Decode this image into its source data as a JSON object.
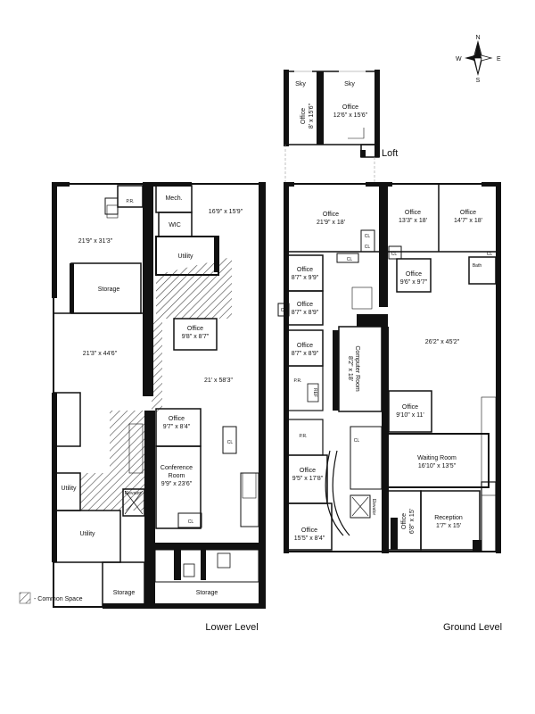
{
  "compass": {
    "n": "N",
    "s": "S",
    "e": "E",
    "w": "W"
  },
  "legend": {
    "label": "- Common Space"
  },
  "loft": {
    "title": "Loft",
    "sky_left": "Sky",
    "sky_right": "Sky",
    "office_left": {
      "name": "Office",
      "dim": "8' x 15'6\""
    },
    "office_right": {
      "name": "Office",
      "dim": "12'6\" x 15'6\""
    }
  },
  "lower": {
    "title": "Lower Level",
    "pr": "P.R.",
    "mech": "Mech.",
    "wic": "WIC",
    "room_top_right": "16'9\" x 15'9\"",
    "room_top_left": "21'9\" x 31'3\"",
    "utility_top": "Utility",
    "storage_upper": "Storage",
    "office_a": {
      "name": "Office",
      "dim": "9'8\" x 8'7\""
    },
    "room_big_left": "21'3\" x 44'6\"",
    "room_big_right": "21' x 58'3\"",
    "office_b": {
      "name": "Office",
      "dim": "9'7\" x 8'4\""
    },
    "conference": {
      "name1": "Conference",
      "name2": "Room",
      "dim": "9'9\" x 23'6\""
    },
    "cl1": "CL",
    "cl2": "CL",
    "elevator": "Elevator",
    "utility_left": "Utility",
    "utility_bottom": "Utility",
    "storage_bl": "Storage",
    "storage_br": "Storage"
  },
  "ground": {
    "title": "Ground Level",
    "office_1": {
      "name": "Office",
      "dim": "21'9\" x 18'"
    },
    "office_2": {
      "name": "Office",
      "dim": "13'3\" x 18'"
    },
    "office_3": {
      "name": "Office",
      "dim": "14'7\" x 18'"
    },
    "office_4": {
      "name": "Office",
      "dim": "8'7\" x 9'9\""
    },
    "office_5": {
      "name": "Office",
      "dim": "9'6\" x 9'7\""
    },
    "office_6": {
      "name": "Office",
      "dim": "8'7\" x 8'9\""
    },
    "office_7": {
      "name": "Office",
      "dim": "8'7\" x 8'9\""
    },
    "computer_room": {
      "name": "Computer Room",
      "dim": "8'2\" x 18'"
    },
    "open_area": "26'2\" x 45'2\"",
    "office_8": {
      "name": "Office",
      "dim": "9'10\" x 11'"
    },
    "waiting": {
      "name": "Waiting Room",
      "dim": "16'10\" x 13'5\""
    },
    "office_9": {
      "name": "Office",
      "dim": "9'5\" x 17'8\""
    },
    "office_10": {
      "name": "Office",
      "dim": "15'5\" x 8'4\""
    },
    "office_11": {
      "name": "Office",
      "dim": "6'8\" x 15'"
    },
    "reception": {
      "name": "Reception",
      "dim": "1'7\" x 15'"
    },
    "bath": "Bath",
    "pr1": "P.R.",
    "pr2": "P.R.",
    "ref": "REF",
    "elevator": "Elevator",
    "cl_a": "CL",
    "cl_b": "CL",
    "cl_c": "CL",
    "cl_d": "CL",
    "cl_e": "CL",
    "cl_f": "CL",
    "cl_g": "CL"
  }
}
